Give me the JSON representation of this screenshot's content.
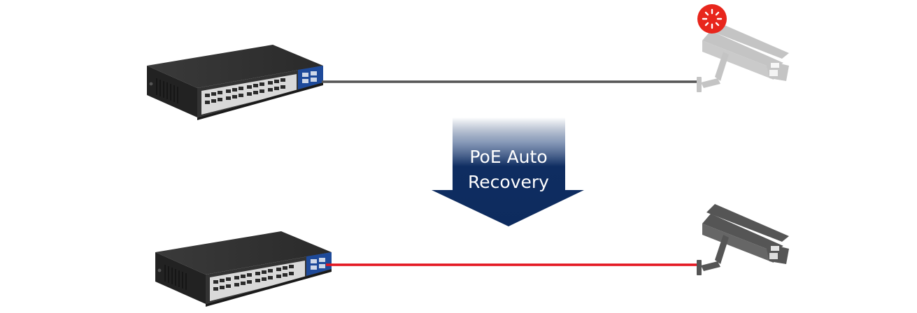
{
  "arrow": {
    "line1": "PoE Auto",
    "line2": "Recovery"
  },
  "top_scene": {
    "device": "poe-switch",
    "cable_color": "#555555",
    "camera_color": "#c4c4c4",
    "alert_color": "#e8261c",
    "camera_state": "offline"
  },
  "bottom_scene": {
    "device": "poe-switch",
    "cable_color": "#e3141e",
    "camera_color": "#555555",
    "camera_state": "online"
  },
  "colors": {
    "arrow_dark": "#0d2b5e",
    "switch_body": "#2b2b2b",
    "switch_panel": "#1e4a9a"
  }
}
